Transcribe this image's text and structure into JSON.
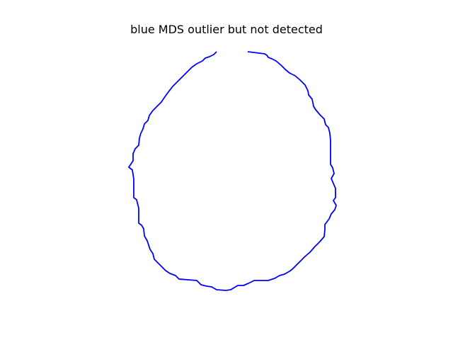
{
  "chart_data": {
    "type": "line",
    "title": "blue MDS outlier but not detected",
    "xlabel": "",
    "ylabel": "",
    "axes_visible": false,
    "grid": false,
    "series": [
      {
        "color": "#0000ff",
        "points": [
          [
            306,
            73
          ],
          [
            302,
            77
          ],
          [
            296,
            80
          ],
          [
            290,
            82
          ],
          [
            286,
            86
          ],
          [
            278,
            90
          ],
          [
            271,
            95
          ],
          [
            264,
            102
          ],
          [
            257,
            109
          ],
          [
            250,
            116
          ],
          [
            244,
            122
          ],
          [
            237,
            131
          ],
          [
            232,
            138
          ],
          [
            228,
            144
          ],
          [
            222,
            150
          ],
          [
            216,
            156
          ],
          [
            211,
            163
          ],
          [
            209,
            170
          ],
          [
            204,
            175
          ],
          [
            202,
            182
          ],
          [
            199,
            188
          ],
          [
            197,
            195
          ],
          [
            196,
            205
          ],
          [
            191,
            210
          ],
          [
            188,
            217
          ],
          [
            188,
            227
          ],
          [
            184,
            233
          ],
          [
            182,
            236
          ],
          [
            187,
            240
          ],
          [
            189,
            253
          ],
          [
            189,
            270
          ],
          [
            189,
            279
          ],
          [
            193,
            282
          ],
          [
            196,
            294
          ],
          [
            196,
            315
          ],
          [
            200,
            318
          ],
          [
            203,
            323
          ],
          [
            204,
            333
          ],
          [
            208,
            340
          ],
          [
            212,
            352
          ],
          [
            216,
            358
          ],
          [
            218,
            366
          ],
          [
            224,
            372
          ],
          [
            229,
            377
          ],
          [
            234,
            382
          ],
          [
            240,
            386
          ],
          [
            248,
            389
          ],
          [
            253,
            394
          ],
          [
            266,
            395
          ],
          [
            278,
            396
          ],
          [
            284,
            402
          ],
          [
            292,
            404
          ],
          [
            299,
            405
          ],
          [
            306,
            409
          ],
          [
            319,
            410
          ],
          [
            326,
            409
          ],
          [
            336,
            403
          ],
          [
            344,
            403
          ],
          [
            351,
            400
          ],
          [
            359,
            396
          ],
          [
            368,
            396
          ],
          [
            379,
            396
          ],
          [
            388,
            393
          ],
          [
            395,
            389
          ],
          [
            402,
            387
          ],
          [
            409,
            383
          ],
          [
            413,
            380
          ],
          [
            419,
            374
          ],
          [
            425,
            368
          ],
          [
            431,
            362
          ],
          [
            438,
            356
          ],
          [
            445,
            348
          ],
          [
            452,
            341
          ],
          [
            458,
            334
          ],
          [
            459,
            324
          ],
          [
            459,
            317
          ],
          [
            465,
            309
          ],
          [
            468,
            302
          ],
          [
            473,
            296
          ],
          [
            475,
            290
          ],
          [
            471,
            283
          ],
          [
            474,
            279
          ],
          [
            474,
            266
          ],
          [
            471,
            259
          ],
          [
            468,
            252
          ],
          [
            472,
            245
          ],
          [
            470,
            237
          ],
          [
            467,
            232
          ],
          [
            467,
            215
          ],
          [
            467,
            198
          ],
          [
            466,
            188
          ],
          [
            464,
            180
          ],
          [
            460,
            176
          ],
          [
            458,
            168
          ],
          [
            452,
            162
          ],
          [
            446,
            155
          ],
          [
            443,
            150
          ],
          [
            441,
            140
          ],
          [
            436,
            134
          ],
          [
            435,
            128
          ],
          [
            431,
            120
          ],
          [
            424,
            113
          ],
          [
            417,
            107
          ],
          [
            409,
            103
          ],
          [
            403,
            98
          ],
          [
            397,
            92
          ],
          [
            390,
            86
          ],
          [
            384,
            83
          ],
          [
            379,
            81
          ],
          [
            377,
            78
          ],
          [
            374,
            76
          ],
          [
            350,
            73
          ]
        ]
      }
    ]
  }
}
